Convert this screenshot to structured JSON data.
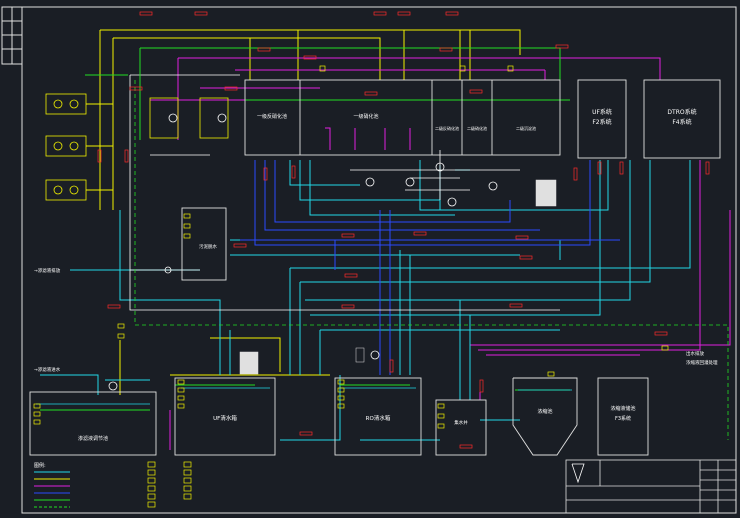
{
  "drawing": {
    "title": "",
    "colors": {
      "background": "#1a1e25",
      "frame": "#e0e0e0",
      "white_line": "#ffffff",
      "yellow_line": "#f2f200",
      "green_line": "#22dd22",
      "cyan_line": "#22d8e8",
      "blue_line": "#2a4bff",
      "magenta_line": "#e020e0",
      "dashed_green": "#22dd22",
      "tag_red": "#ff2a2a"
    }
  },
  "units": {
    "uf_system": {
      "line1": "UF系统",
      "line2": "F2系统"
    },
    "dtro_system": {
      "line1": "DTRO系统",
      "line2": "F4系统"
    },
    "tank_1": {
      "label": "一级反硝化池"
    },
    "tank_2": {
      "label": "一级硝化池"
    },
    "tank_3": {
      "label": "二级反硝化池"
    },
    "tank_4": {
      "label": "二级硝化池"
    },
    "tank_5": {
      "label": "二级沉淀池"
    },
    "sludge_dewater": {
      "label": "污泥脱水"
    },
    "leachate_pool": {
      "label": "渗滤液调节池"
    },
    "uf_water_tank": {
      "label": "UF清水箱"
    },
    "ro_water_tank": {
      "label": "RO清水箱"
    },
    "collect_well": {
      "label": "集水井"
    },
    "sludge_tank": {
      "label": "浓缩池"
    },
    "concentrate_tank": {
      "label": "浓缩液储池",
      "sub": "F3系统"
    }
  },
  "legend": {
    "title": "图例:"
  },
  "title_block": {
    "company": "",
    "drawing_name": ""
  },
  "edge_labels": {
    "left_mid": "→渗滤液排放",
    "left_bottom": "→渗滤液进水",
    "right_1": "出水排放",
    "right_2": "浓缩液回灌处理"
  }
}
